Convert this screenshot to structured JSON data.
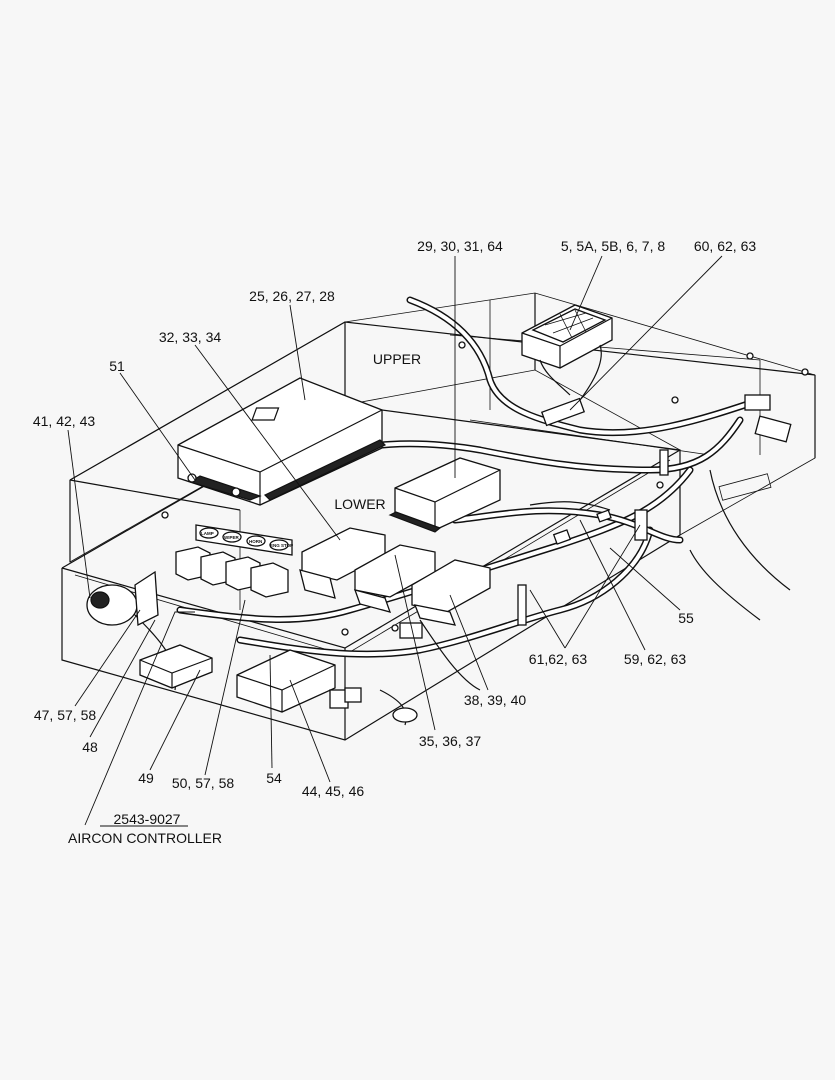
{
  "callouts": {
    "c1": "29, 30, 31, 64",
    "c2": "5, 5A, 5B, 6, 7, 8",
    "c3": "60, 62, 63",
    "c4": "25, 26, 27, 28",
    "c5": "32, 33, 34",
    "c6": "51",
    "c7": "41, 42, 43",
    "c8": "55",
    "c9": "61,62, 63",
    "c10": "59, 62, 63",
    "c11": "38, 39, 40",
    "c12": "35, 36, 37",
    "c13": "47, 57, 58",
    "c14": "48",
    "c15": "49",
    "c16": "50, 57, 58",
    "c17": "54",
    "c18": "44, 45, 46"
  },
  "areas": {
    "upper": "UPPER",
    "lower": "LOWER"
  },
  "switch_labels": [
    "LAMP",
    "WIPER",
    "HORN",
    "ENG STOP"
  ],
  "part_number": "2543-9027",
  "part_name": "AIRCON CONTROLLER"
}
